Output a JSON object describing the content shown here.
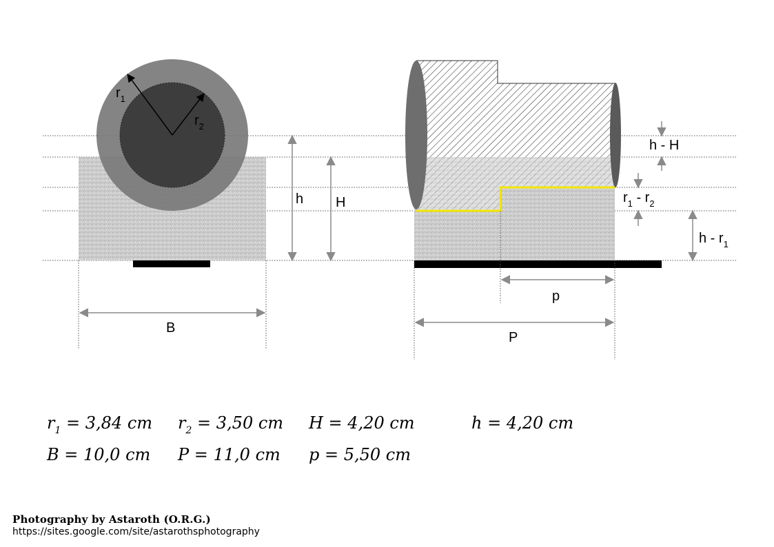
{
  "left_view": {
    "radius_outer_label": "r",
    "radius_outer_sub": "1",
    "radius_inner_label": "r",
    "radius_inner_sub": "2",
    "height_h_label": "h",
    "height_H_label": "H",
    "width_B_label": "B"
  },
  "right_view": {
    "dim_h_minus_H": "h - H",
    "dim_r1_minus_r2_a": "r",
    "dim_r1_minus_r2_sub1": "1",
    "dim_r1_minus_r2_b": " - r",
    "dim_r1_minus_r2_sub2": "2",
    "dim_h_minus_r1_a": "h - r",
    "dim_h_minus_r1_sub": "1",
    "dim_p_label": "p",
    "dim_P_label": "P",
    "highlight_color": "#f2e600"
  },
  "values": {
    "r1": {
      "name": "r",
      "sub": "1",
      "text": " = 3,84 cm"
    },
    "r2": {
      "name": "r",
      "sub": "2",
      "text": " = 3,50 cm"
    },
    "H": {
      "text": "H = 4,20 cm"
    },
    "h": {
      "text": "h = 4,20 cm"
    },
    "B": {
      "text": "B = 10,0 cm"
    },
    "P": {
      "text": "P = 11,0 cm"
    },
    "p": {
      "text": "p = 5,50 cm"
    }
  },
  "credit": {
    "line1": "Photography by Astaroth (O.R.G.)",
    "line2": "https://sites.google.com/site/astarothsphotography"
  },
  "colors": {
    "block_fill": "#c9c9c9",
    "outer_circle": "#7a7a7a",
    "inner_circle": "#3d3d3d",
    "arrow_gray": "#8a8a8a",
    "base_bar": "#000000"
  }
}
